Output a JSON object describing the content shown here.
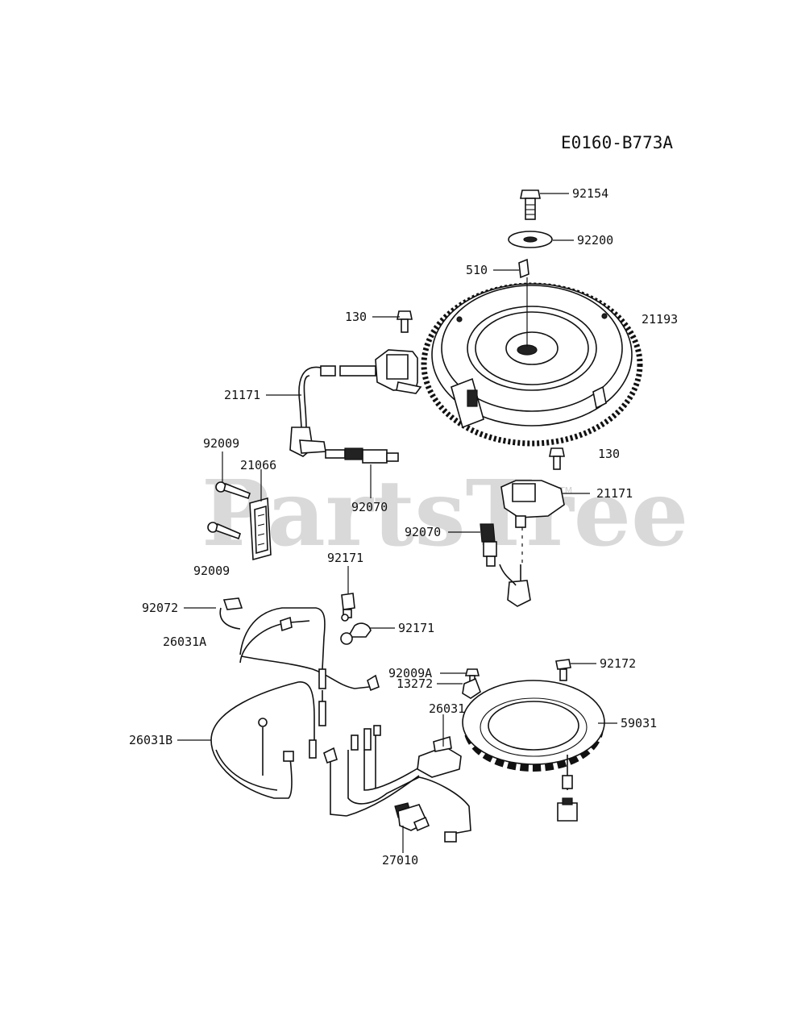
{
  "diagram_code": "E0160-B773A",
  "watermark": {
    "text": "PartsTree",
    "tm": "TM"
  },
  "labels": [
    {
      "id": "92154",
      "text": "92154"
    },
    {
      "id": "92200",
      "text": "92200"
    },
    {
      "id": "510",
      "text": "510"
    },
    {
      "id": "130a",
      "text": "130"
    },
    {
      "id": "21193",
      "text": "21193"
    },
    {
      "id": "21171a",
      "text": "21171"
    },
    {
      "id": "92009a",
      "text": "92009"
    },
    {
      "id": "21066",
      "text": "21066"
    },
    {
      "id": "92070a",
      "text": "92070"
    },
    {
      "id": "130b",
      "text": "130"
    },
    {
      "id": "21171b",
      "text": "21171"
    },
    {
      "id": "92009b",
      "text": "92009"
    },
    {
      "id": "92070b",
      "text": "92070"
    },
    {
      "id": "92171a",
      "text": "92171"
    },
    {
      "id": "92072",
      "text": "92072"
    },
    {
      "id": "92171b",
      "text": "92171"
    },
    {
      "id": "26031A",
      "text": "26031A"
    },
    {
      "id": "92009A",
      "text": "92009A"
    },
    {
      "id": "92172",
      "text": "92172"
    },
    {
      "id": "13272",
      "text": "13272"
    },
    {
      "id": "26031",
      "text": "26031"
    },
    {
      "id": "59031",
      "text": "59031"
    },
    {
      "id": "26031B",
      "text": "26031B"
    },
    {
      "id": "27010",
      "text": "27010"
    }
  ]
}
